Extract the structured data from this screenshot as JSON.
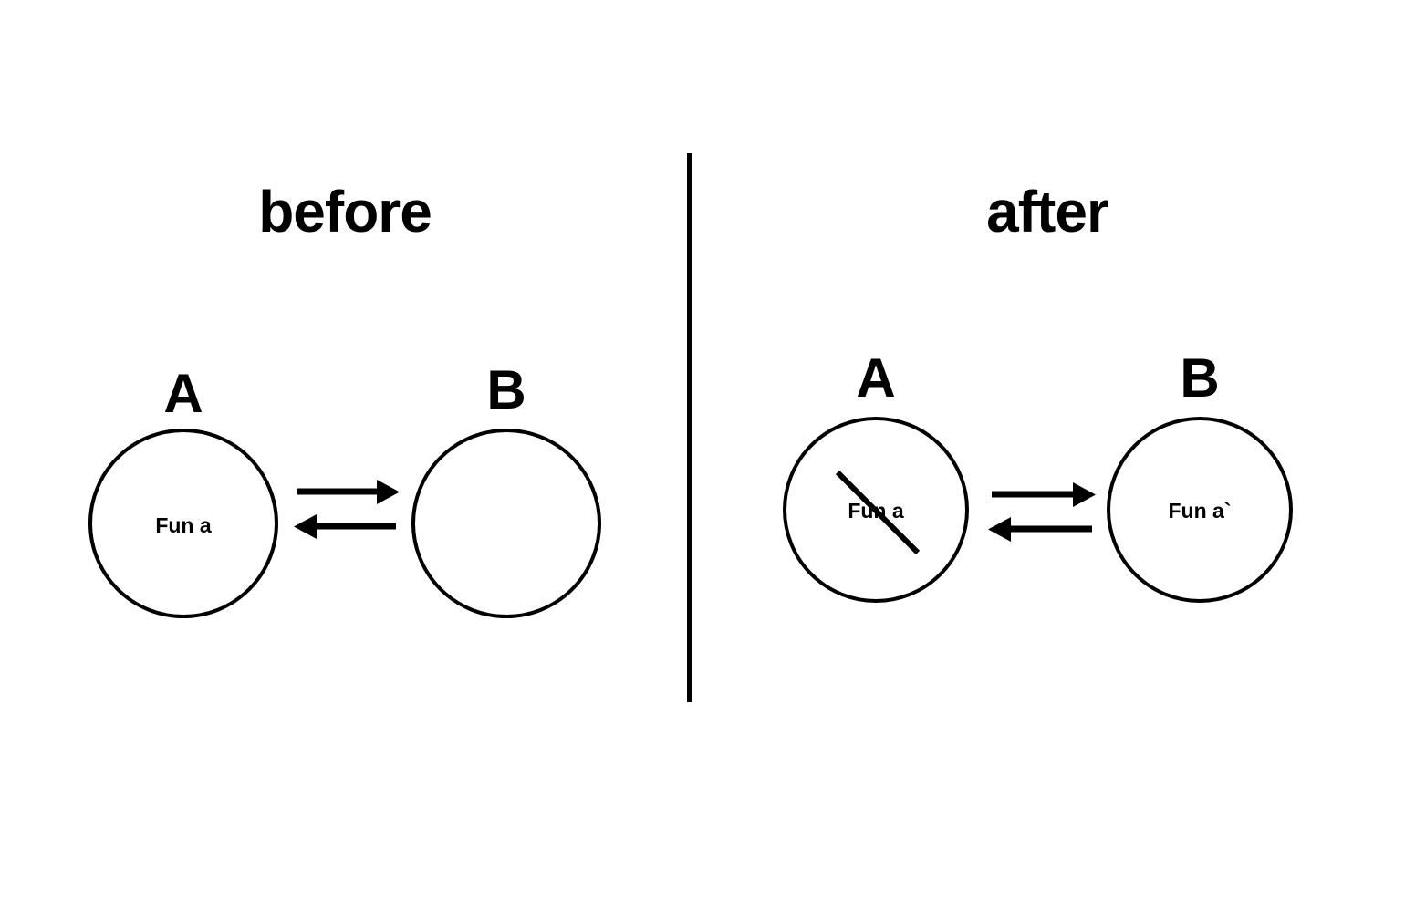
{
  "diagram": {
    "title_before": "before",
    "title_after": "after",
    "divider": "vertical-divider"
  },
  "panels": [
    {
      "key": "before",
      "title": "before",
      "nodes": [
        {
          "key": "before-a",
          "label": "A",
          "content": "Fun a",
          "struck": false
        },
        {
          "key": "before-b",
          "label": "B",
          "content": "",
          "struck": false
        }
      ],
      "arrows": [
        {
          "key": "before-arrow-right",
          "direction": "right"
        },
        {
          "key": "before-arrow-left",
          "direction": "left"
        }
      ]
    },
    {
      "key": "after",
      "title": "after",
      "nodes": [
        {
          "key": "after-a",
          "label": "A",
          "content": "Fun a",
          "struck": true
        },
        {
          "key": "after-b",
          "label": "B",
          "content": "Fun a`",
          "struck": false
        }
      ],
      "arrows": [
        {
          "key": "after-arrow-right",
          "direction": "right"
        },
        {
          "key": "after-arrow-left",
          "direction": "left"
        }
      ]
    }
  ],
  "colors": {
    "background": "#ffffff",
    "stroke": "#000000",
    "text": "#000000"
  }
}
